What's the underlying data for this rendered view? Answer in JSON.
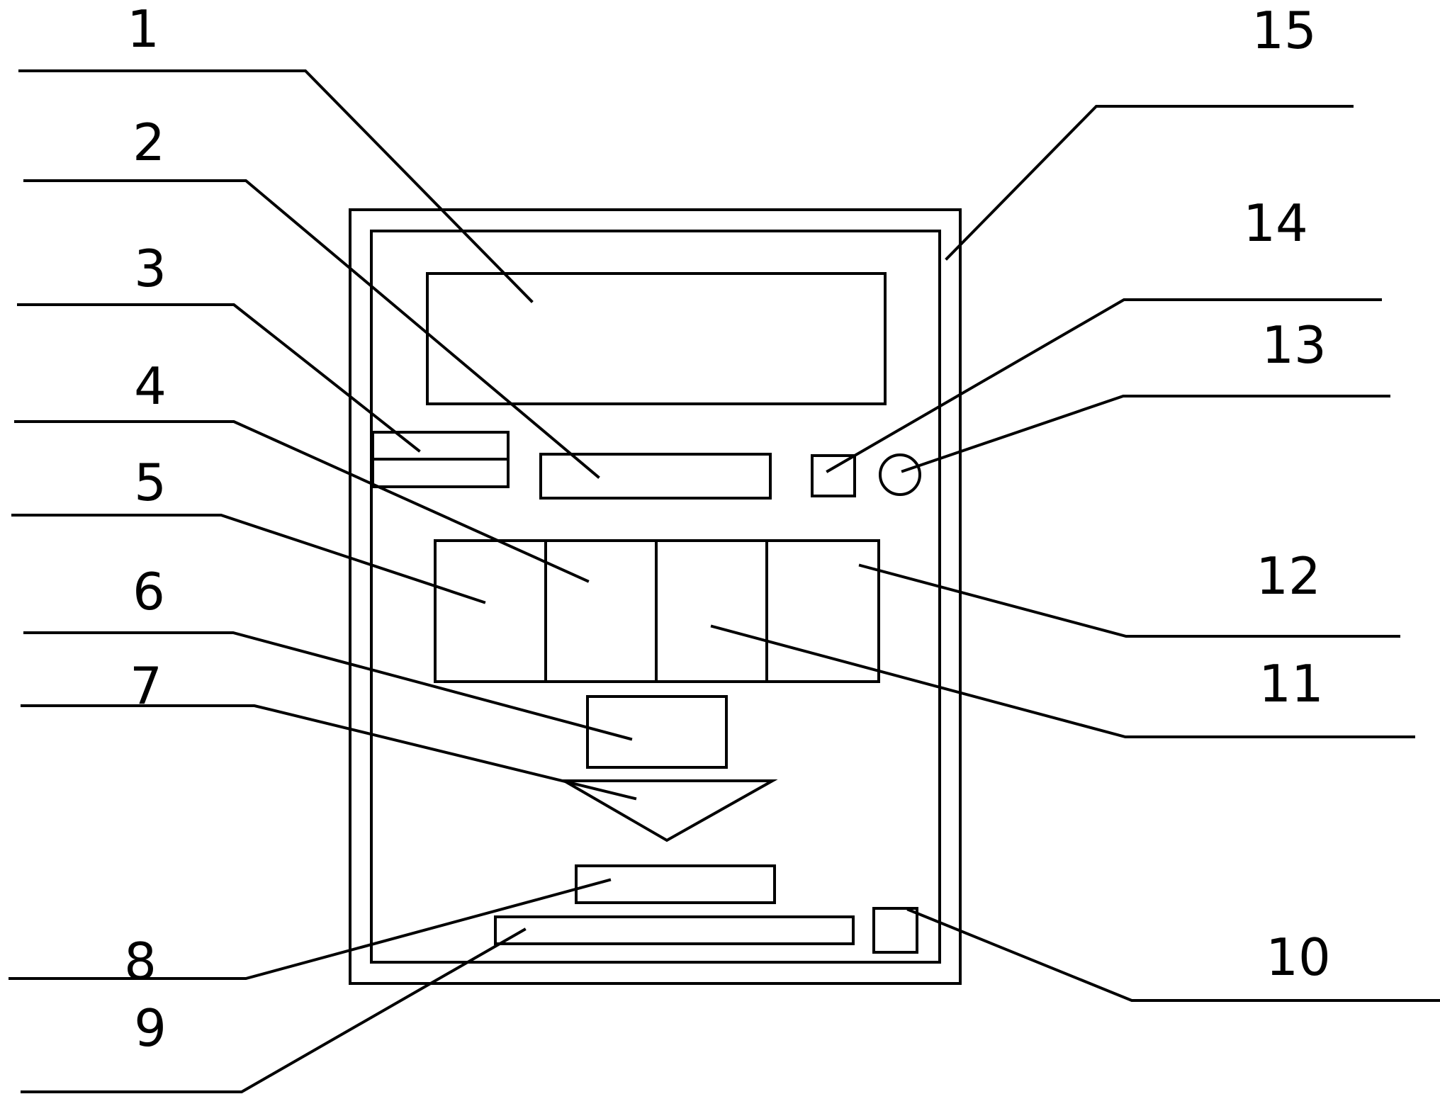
{
  "diagram": {
    "line_color": "#000000",
    "background": "#ffffff",
    "labels": [
      "1",
      "2",
      "3",
      "4",
      "5",
      "6",
      "7",
      "8",
      "9",
      "10",
      "11",
      "12",
      "13",
      "14",
      "15"
    ]
  }
}
